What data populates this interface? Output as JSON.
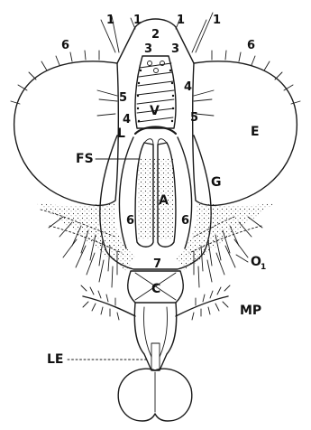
{
  "figure": {
    "labels": {
      "ptilinal_bristle": "1",
      "ptilinal_bristle_2": "1",
      "ptilinal_bristle_3": "1",
      "ptilinal_bristle_4": "1",
      "vertex_center": "2",
      "ocellar_left": "3",
      "ocellar_right": "3",
      "frontal_right_top": "4",
      "frontal_left_bottom": "4",
      "orbital_left": "5",
      "orbital_right": "5",
      "outer_left": "6",
      "outer_right": "6",
      "genal_left": "6",
      "genal_right": "6",
      "clypeal": "7",
      "vertex": "V",
      "lunule": "L",
      "frontal_suture": "FS",
      "eye": "E",
      "gena": "G",
      "antenna": "A",
      "occiput": "O",
      "occiput_sub": "1",
      "clypeus": "C",
      "maxillary_palp": "MP",
      "labellum": "LE"
    }
  }
}
